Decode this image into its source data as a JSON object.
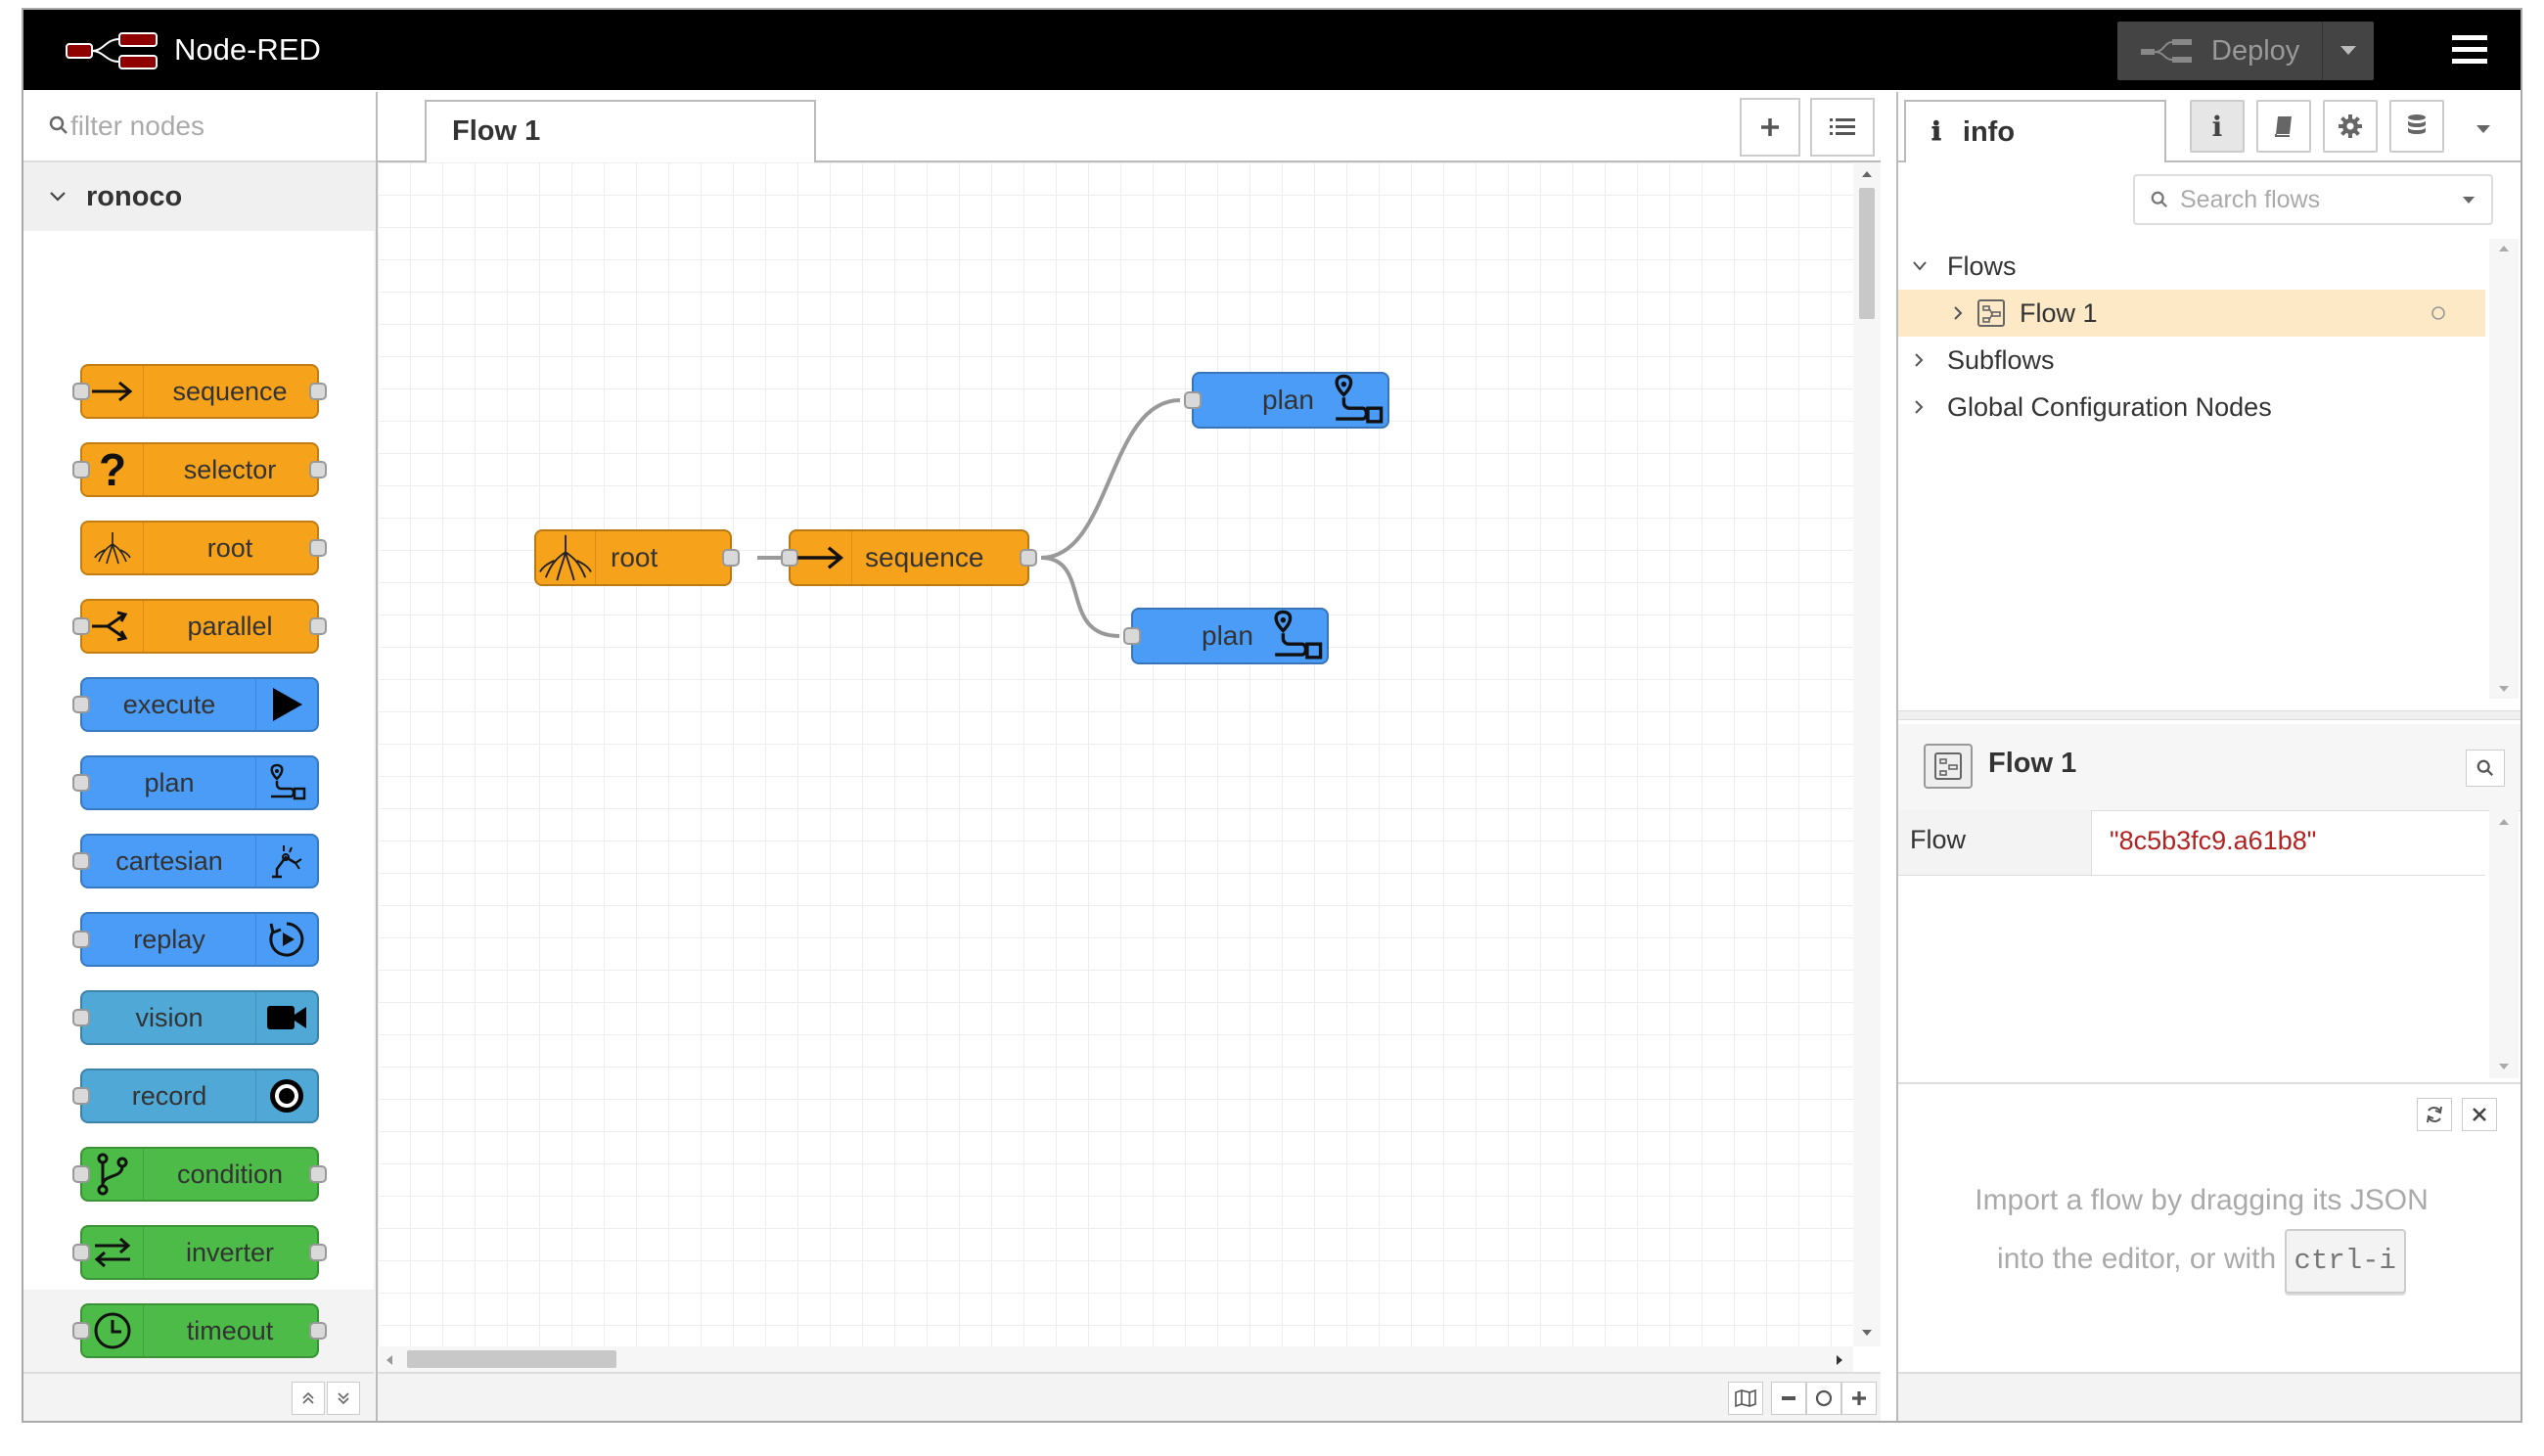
{
  "header": {
    "app_name": "Node-RED",
    "deploy_label": "Deploy"
  },
  "palette": {
    "filter_placeholder": "filter nodes",
    "category": "ronoco",
    "nodes": [
      {
        "label": "sequence",
        "color": "#f7a21b",
        "icon": "arrow-right-icon"
      },
      {
        "label": "selector",
        "color": "#f7a21b",
        "icon": "question-icon"
      },
      {
        "label": "root",
        "color": "#f7a21b",
        "icon": "root-tree-icon"
      },
      {
        "label": "parallel",
        "color": "#f7a21b",
        "icon": "fork-icon"
      },
      {
        "label": "execute",
        "color": "#4a9cf6",
        "icon": "play-icon"
      },
      {
        "label": "plan",
        "color": "#4a9cf6",
        "icon": "route-icon"
      },
      {
        "label": "cartesian",
        "color": "#4a9cf6",
        "icon": "robot-arm-icon"
      },
      {
        "label": "replay",
        "color": "#4a9cf6",
        "icon": "replay-icon"
      },
      {
        "label": "vision",
        "color": "#4fa8d6",
        "icon": "video-camera-icon"
      },
      {
        "label": "record",
        "color": "#4fa8d6",
        "icon": "record-icon"
      },
      {
        "label": "condition",
        "color": "#4cbb47",
        "icon": "branch-icon"
      },
      {
        "label": "inverter",
        "color": "#4cbb47",
        "icon": "swap-arrows-icon"
      },
      {
        "label": "timeout",
        "color": "#4cbb47",
        "icon": "clock-icon"
      }
    ]
  },
  "workspace": {
    "tab": "Flow 1",
    "flow_nodes": {
      "root": "root",
      "sequence": "sequence",
      "plan_top": "plan",
      "plan_bottom": "plan"
    }
  },
  "sidebar": {
    "tab_label": "info",
    "search_placeholder": "Search flows",
    "tree": {
      "flows": "Flows",
      "flow1": "Flow 1",
      "subflows": "Subflows",
      "global_config": "Global Configuration Nodes"
    },
    "props": {
      "title": "Flow 1",
      "flow_key": "Flow",
      "flow_value": "\"8c5b3fc9.a61b8\""
    },
    "help": {
      "line1": "Import a flow by dragging its JSON",
      "line2": "into the editor, or with",
      "shortcut": "ctrl-i"
    }
  }
}
